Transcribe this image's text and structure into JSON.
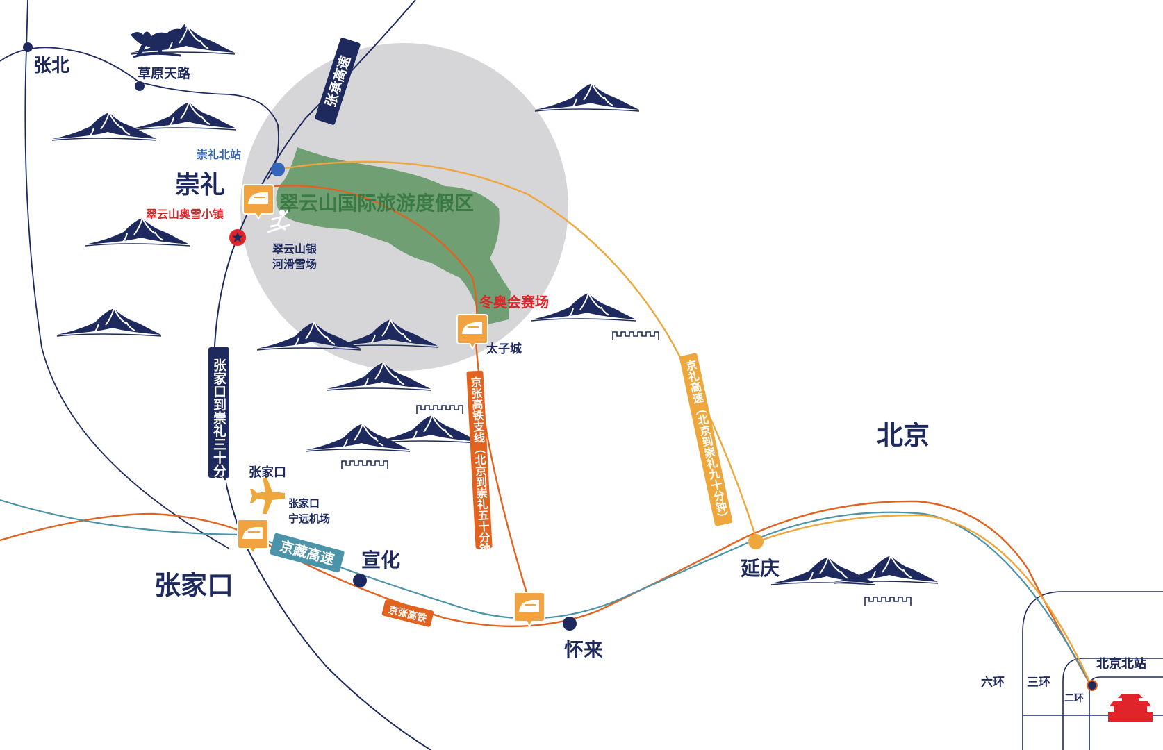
{
  "places": {
    "zhangbei": "张北",
    "caoyuan_tianlu": "草原天路",
    "chongli": "崇礼",
    "chongli_north_station": "崇礼北站",
    "aoxue_town": "翠云山奥雪小镇",
    "resort": "翠云山国际旅游度假区",
    "yinhe_ski_line1": "翠云山银",
    "yinhe_ski_line2": "河滑雪场",
    "olympic_venue": "冬奥会赛场",
    "taizicheng": "太子城",
    "beijing": "北京",
    "zhangjiakou_city": "张家口",
    "zhangjiakou_label": "张家口",
    "airport_line1": "张家口",
    "airport_line2": "宁远机场",
    "xuanhua": "宣化",
    "huailai": "怀来",
    "yanqing": "延庆",
    "beijing_north": "北京北站",
    "ring6": "六环",
    "ring3": "三环",
    "ring2": "二环"
  },
  "routes": {
    "zhangcheng": "张承高速",
    "zj_to_chongli": "张家口到崇礼三十分钟",
    "jingzang": "京藏高速",
    "jingzhang_hsr": "京张高铁",
    "branch_line": "京张高铁支线（北京到崇礼五十分钟）",
    "jingli": "京礼高速（北京到崇礼九十分钟）"
  },
  "colors": {
    "navy": "#1e2a5e",
    "orange": "#e2621f",
    "amber": "#eea73c",
    "teal": "#4a93a8",
    "resort_green": "#6f9f72",
    "halo_grey": "#cfcfd2",
    "red_label": "#e0252a",
    "blue_label": "#3366b8",
    "station_icon": "#f0a340"
  },
  "icons": [
    "horse-statue-icon",
    "train-station-icon",
    "airplane-icon",
    "skier-icon",
    "star-marker-icon",
    "mountain-icon",
    "great-wall-icon",
    "tiananmen-icon"
  ]
}
